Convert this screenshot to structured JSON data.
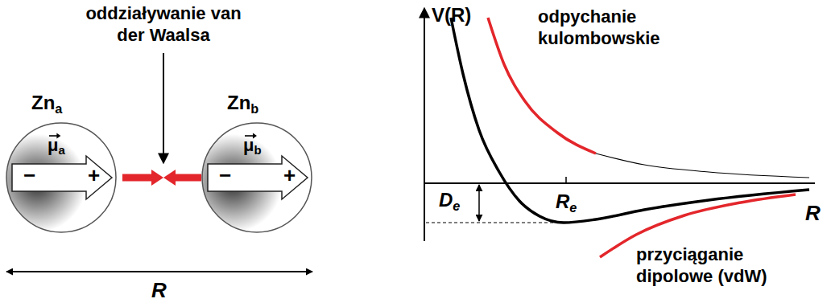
{
  "diagram": {
    "nodes": [
      {
        "text": [
          "Zna",
          "μa",
          "−",
          "+"
        ]
      },
      {
        "text": [
          "Znb",
          "μb",
          "−",
          "+"
        ]
      }
    ],
    "labels": [
      "oddziaływanie van der Waalsa",
      "R",
      "V(R)",
      "odpychanie kulombowskie",
      "De",
      "Re",
      "R",
      "przyciąganie dipolowe (vdW)"
    ]
  }
}
